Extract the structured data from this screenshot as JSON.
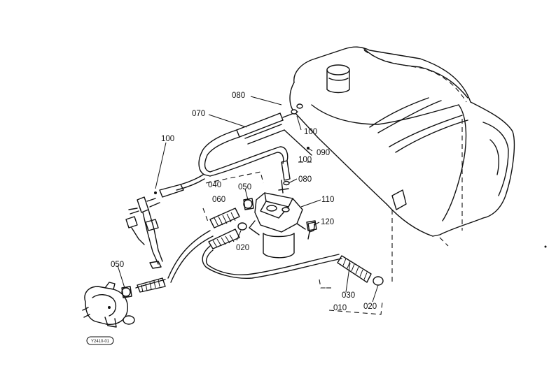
{
  "labels": {
    "l010": "010",
    "l020a": "020",
    "l020b": "020",
    "l030": "030",
    "l040": "040",
    "l050a": "050",
    "l050b": "050",
    "l060": "060",
    "l070": "070",
    "l080a": "080",
    "l080b": "080",
    "l090": "090",
    "l100a": "100",
    "l100b": "100",
    "l100c": "100",
    "l110": "110",
    "l120": "120"
  },
  "diagram_code": "Y2410-01"
}
